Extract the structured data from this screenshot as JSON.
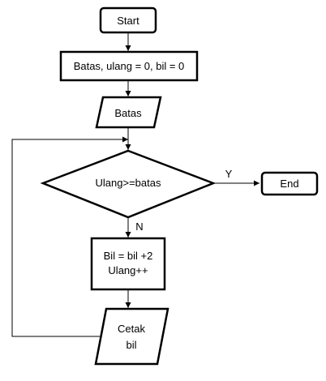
{
  "flowchart": {
    "start": "Start",
    "init": "Batas, ulang = 0, bil = 0",
    "input": "Batas",
    "decision": "Ulang>=batas",
    "yes_label": "Y",
    "no_label": "N",
    "end": "End",
    "process_line1": "Bil = bil +2",
    "process_line2": "Ulang++",
    "output_line1": "Cetak",
    "output_line2": "bil"
  }
}
